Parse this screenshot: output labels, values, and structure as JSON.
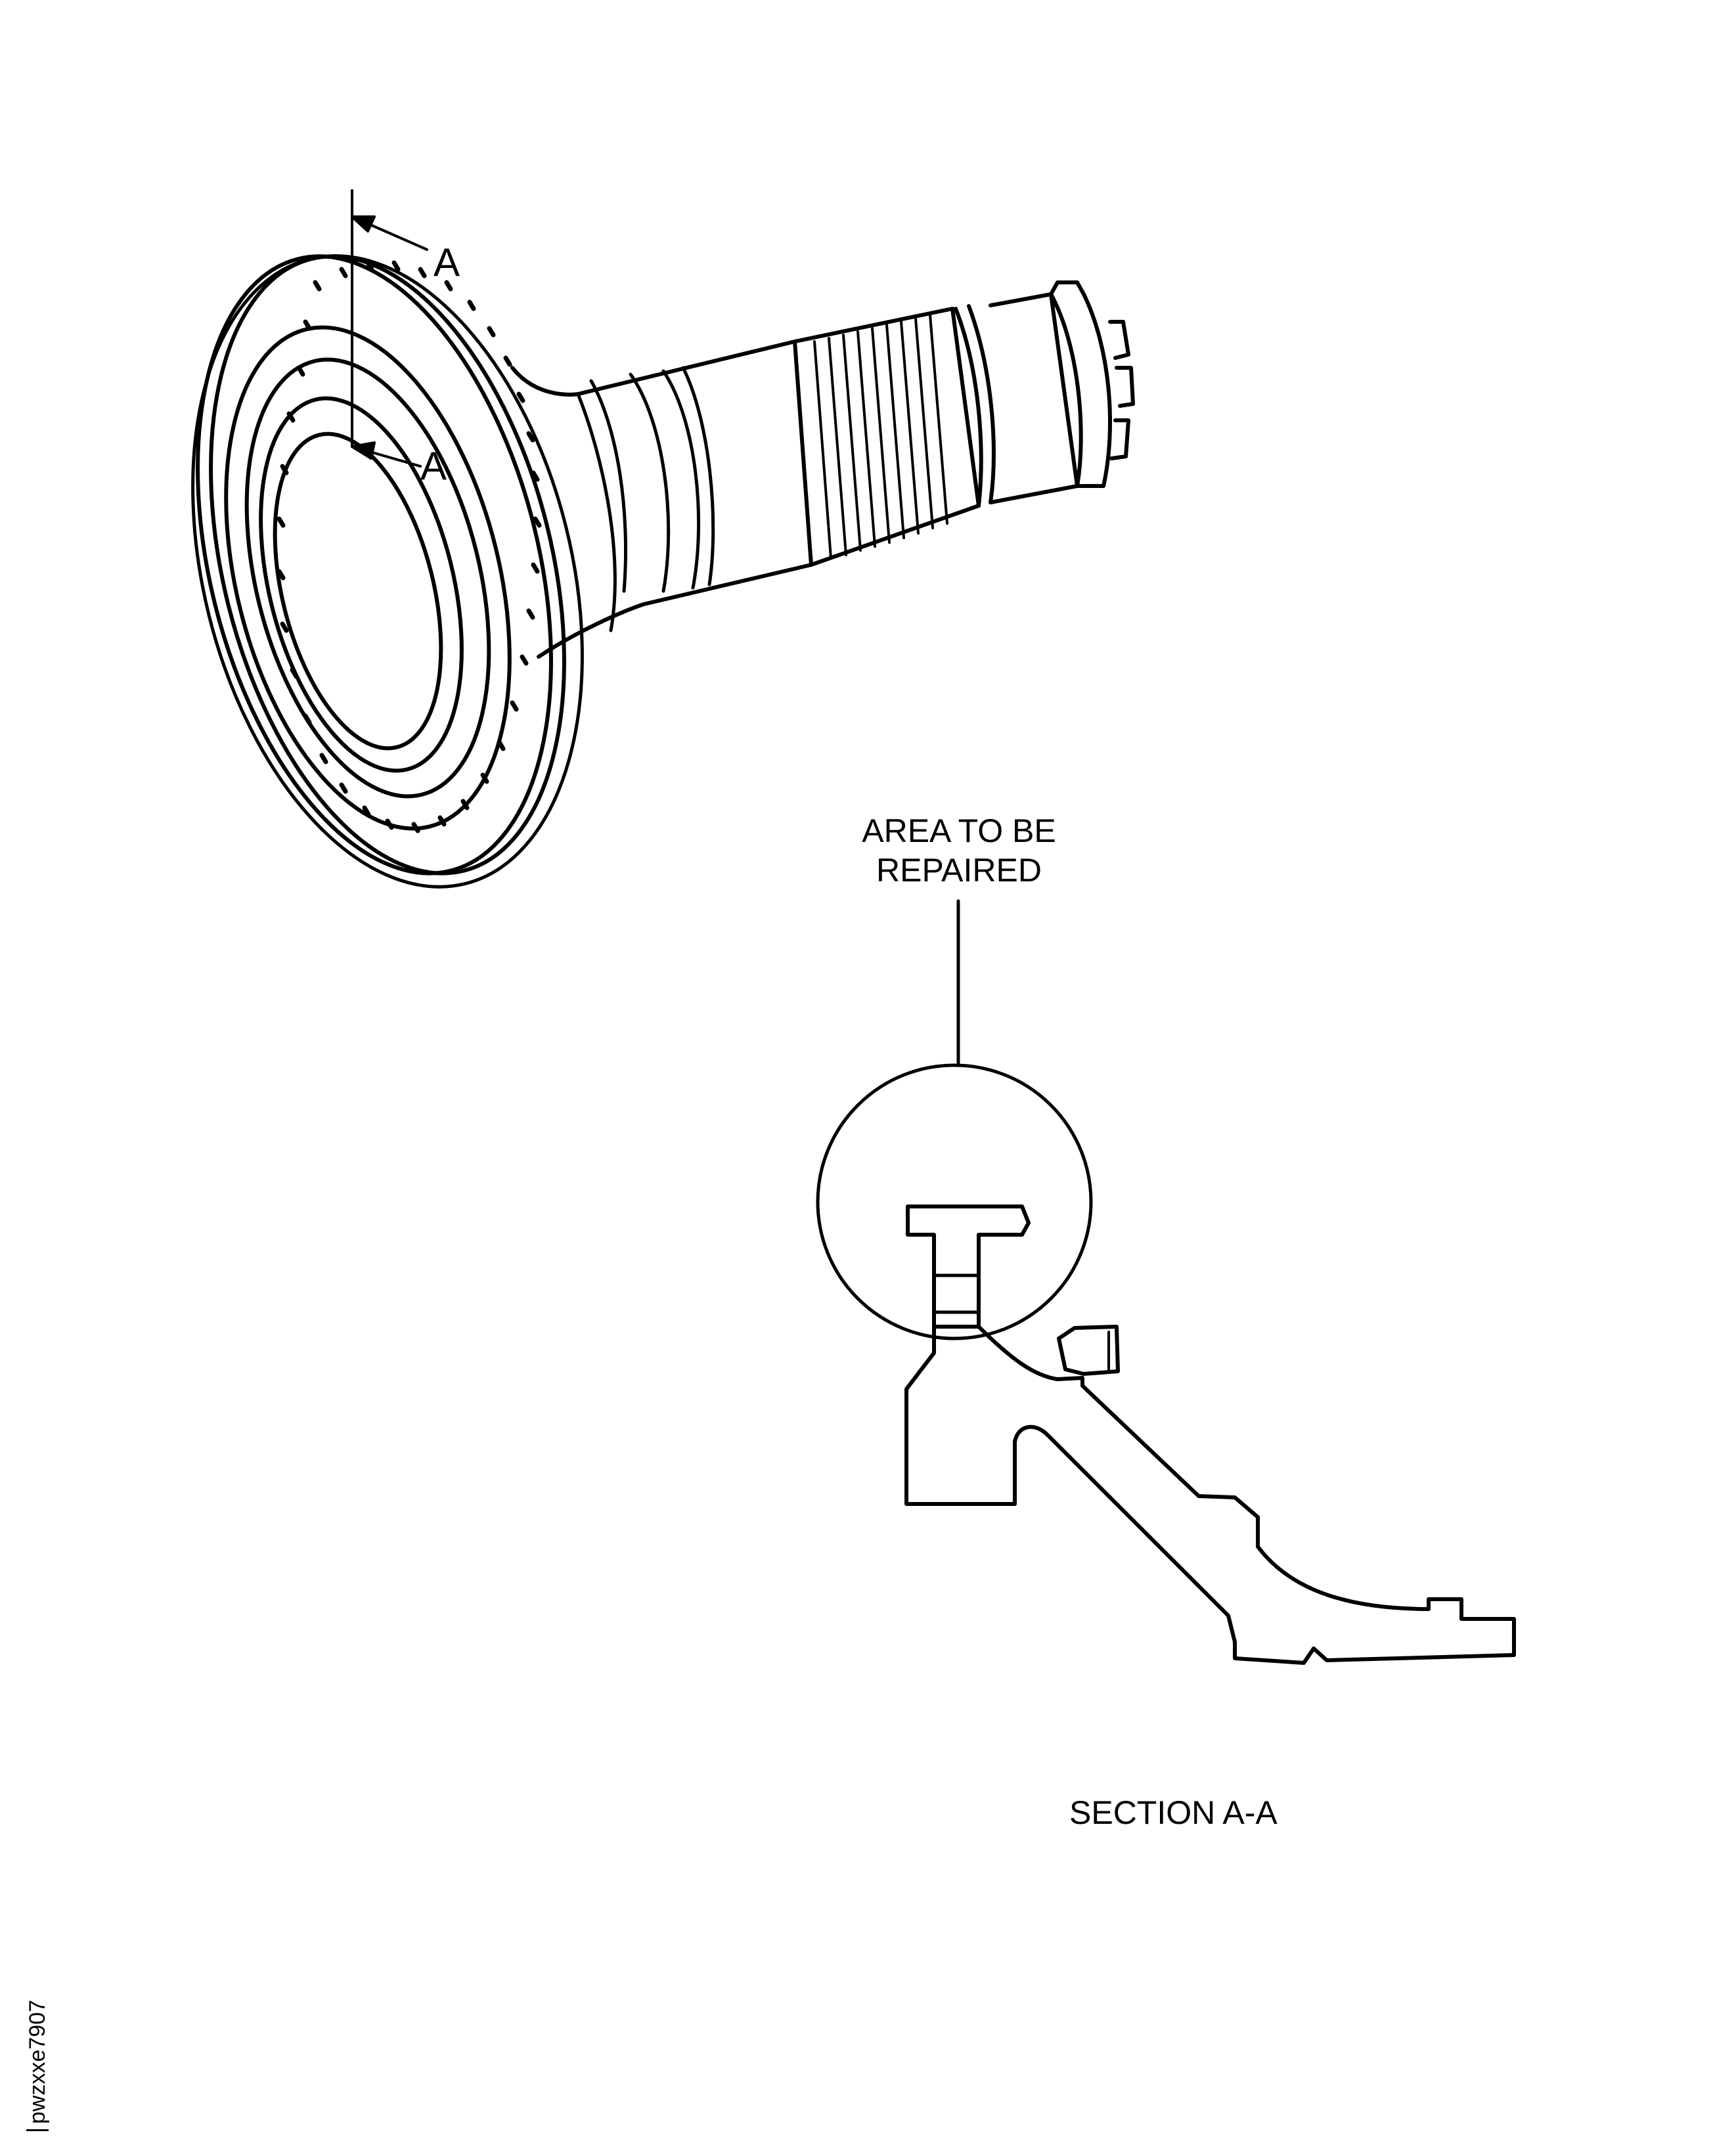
{
  "labels": {
    "cut_top": "A",
    "cut_bottom": "A",
    "callout_line1": "AREA TO BE",
    "callout_line2": "REPAIRED",
    "section_title": "SECTION A-A",
    "figure_id": "pwzxxe7907"
  }
}
